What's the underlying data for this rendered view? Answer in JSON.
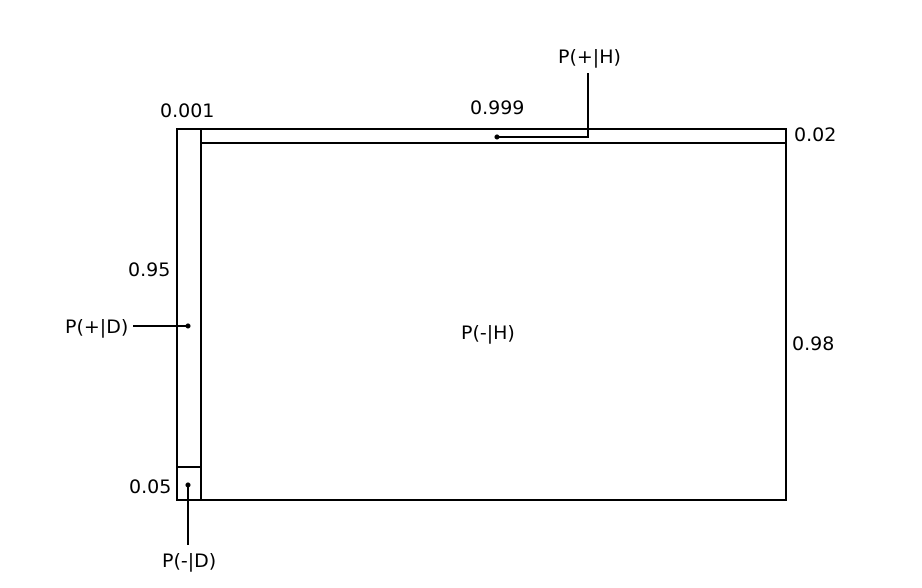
{
  "labels": {
    "prior_disease": "0.001",
    "prior_healthy": "0.999",
    "false_positive_rate": "0.02",
    "true_negative_rate": "0.98",
    "sensitivity": "0.95",
    "false_negative_rate": "0.05",
    "p_pos_given_h": "P(+|H)",
    "p_neg_given_h": "P(-|H)",
    "p_pos_given_d": "P(+|D)",
    "p_neg_given_d": "P(-|D)"
  },
  "stroke_color": "#000000",
  "background_color": "#ffffff"
}
